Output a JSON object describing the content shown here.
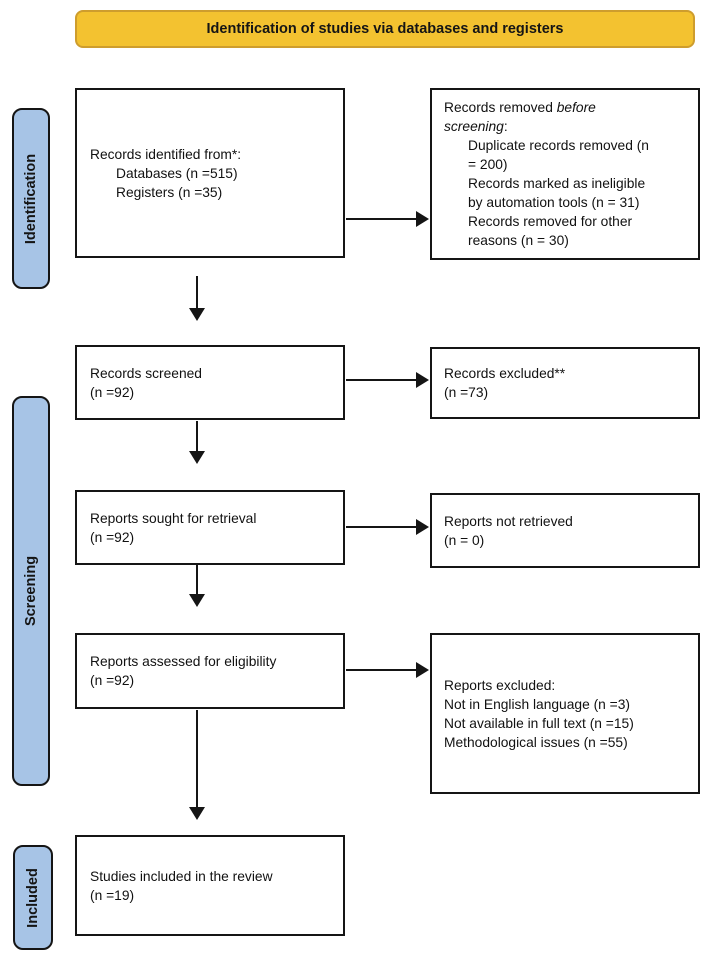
{
  "banner": {
    "label": "Identification of studies via databases and registers"
  },
  "colors": {
    "banner_bg": "#F3C230",
    "banner_border": "#CE9D2D",
    "stage_bg": "#A7C4E6",
    "box_border": "#151515"
  },
  "stages": [
    {
      "label": "Identification"
    },
    {
      "label": "Screening"
    },
    {
      "label": "Included"
    }
  ],
  "boxes": {
    "identified": {
      "title": "Records identified from*:",
      "items": [
        "Databases (n =515)",
        "Registers (n =35)"
      ]
    },
    "removed": {
      "title_prefix": "Records removed ",
      "title_italic": "before screening",
      "title_suffix": ":",
      "items": [
        "Duplicate records removed (n = 200)",
        "Records marked as ineligible by automation tools (n = 31)",
        "Records removed for other reasons (n = 30)"
      ]
    },
    "screened": {
      "line1": "Records screened",
      "line2": "(n =92)"
    },
    "records_excluded": {
      "line1": "Records excluded**",
      "line2": "(n =73)"
    },
    "sought": {
      "line1": "Reports sought for retrieval",
      "line2": "(n =92)"
    },
    "not_retrieved": {
      "line1": "Reports not retrieved",
      "line2": "(n = 0)"
    },
    "assessed": {
      "line1": "Reports assessed for eligibility",
      "line2": "(n =92)"
    },
    "reports_excluded": {
      "title": "Reports excluded:",
      "items": [
        "Not in English language (n =3)",
        "Not available in full text (n =15)",
        "Methodological issues (n =55)"
      ]
    },
    "included": {
      "line1": "Studies included in the review",
      "line2": "(n =19)"
    }
  }
}
